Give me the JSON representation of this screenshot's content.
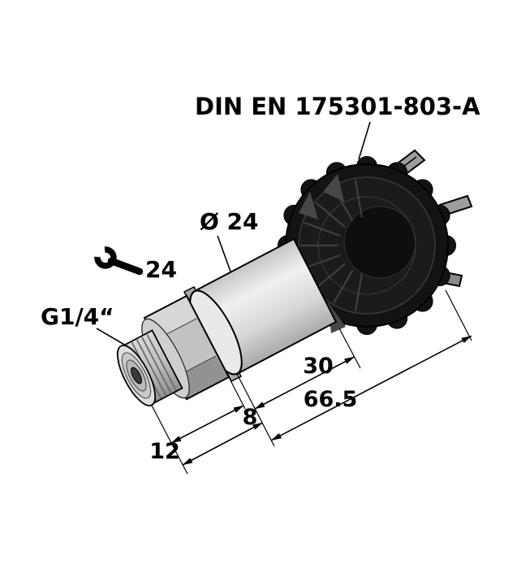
{
  "drawing": {
    "labels": {
      "connector": "DIN EN 175301-803-A",
      "diameter": "Ø 24",
      "wrench": "24",
      "thread": "G1/4“",
      "dim_30": "30",
      "dim_66_5": "66.5",
      "dim_8": "8",
      "dim_12": "12"
    },
    "colors": {
      "background": "#ffffff",
      "line": "#000000",
      "metal_light": "#e9e9e9",
      "metal_mid": "#c2c2c2",
      "metal_dark": "#929292",
      "connector_black": "#131313"
    }
  }
}
